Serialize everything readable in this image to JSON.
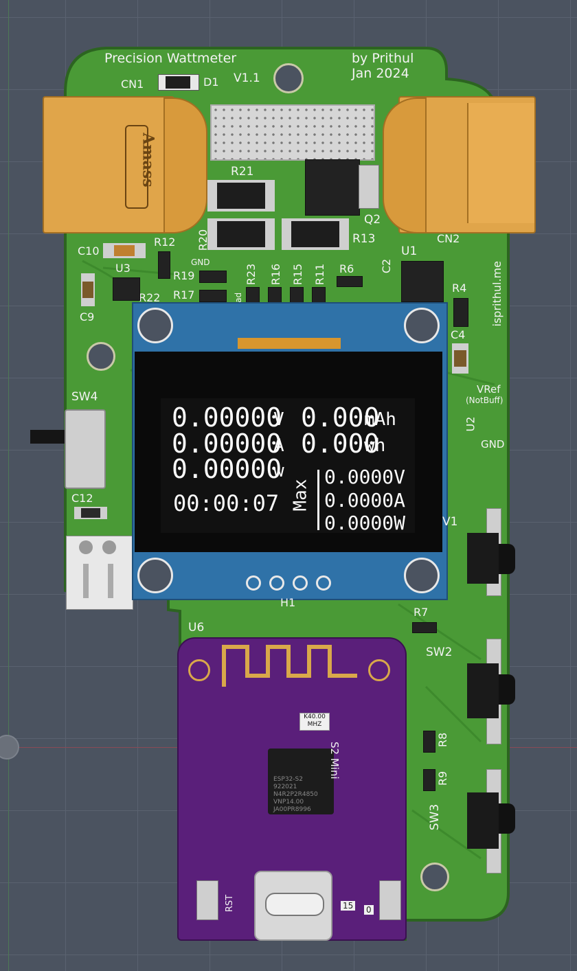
{
  "board": {
    "title": "Precision Wattmeter",
    "author": "by Prithul",
    "date": "Jan 2024",
    "version": "V1.1",
    "website": "isprithul.me",
    "colors": {
      "pcb": "#4a9a36",
      "solder_mask_edge": "#2f6a22",
      "oled_frame": "#2f72a8",
      "mcu": "#5a1f7a",
      "connector": "#e0a54a"
    }
  },
  "labels": {
    "cn1": "CN1",
    "cn2": "CN2",
    "d1": "D1",
    "r21": "R21",
    "r20": "R20",
    "r13": "R13",
    "q2": "Q2",
    "c10": "C10",
    "r12": "R12",
    "gnd1": "GND",
    "r19": "R19",
    "r17": "R17",
    "u3": "U3",
    "c9": "C9",
    "r23": "R23",
    "r16": "R16",
    "r15": "R15",
    "r11": "R11",
    "r6": "R6",
    "c2": "C2",
    "u1": "U1",
    "r4": "R4",
    "c4": "C4",
    "vread": "VRead",
    "vref": "VRef",
    "notbuff": "(NotBuff)",
    "u2": "U2",
    "gnd2": "GND",
    "sw4": "SW4",
    "c12": "C12",
    "sw1": "V1",
    "h1": "H1",
    "r7": "R7",
    "u6": "U6",
    "sw2": "SW2",
    "r8": "R8",
    "r9": "R9",
    "sw3": "SW3",
    "s2mini": "S2 Mini",
    "crystal": "K40.00 MHZ",
    "rst": "RST",
    "btn15": "15",
    "btn0": "0",
    "r22": "R22",
    "amass": "Amass",
    "chip_lines": [
      "ESP32-S2",
      "922021",
      "N4R2P2R4850",
      "VNP14.00",
      "JA00PR8996"
    ]
  },
  "oled": {
    "voltage": "0.00000",
    "voltage_unit": "V",
    "capacity": "0.000",
    "capacity_unit": "mAh",
    "current": "0.00000",
    "current_unit": "A",
    "energy": "0.000",
    "energy_unit": "wh",
    "power": "0.00000",
    "power_unit": "w",
    "timer": "00:00:07",
    "max_label": "Max",
    "max_voltage": "0.0000V",
    "max_current": "0.0000A",
    "max_power": "0.0000W"
  }
}
